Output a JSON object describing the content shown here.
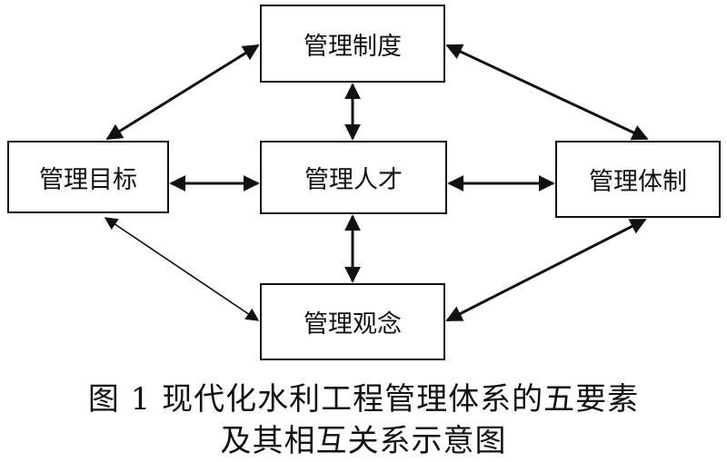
{
  "nodes": {
    "system": "管理制度",
    "goal": "管理目标",
    "talent": "管理人才",
    "mechanism": "管理体制",
    "concept": "管理观念"
  },
  "caption": {
    "line1": "图 1 现代化水利工程管理体系的五要素",
    "line2": "及其相互关系示意图"
  }
}
